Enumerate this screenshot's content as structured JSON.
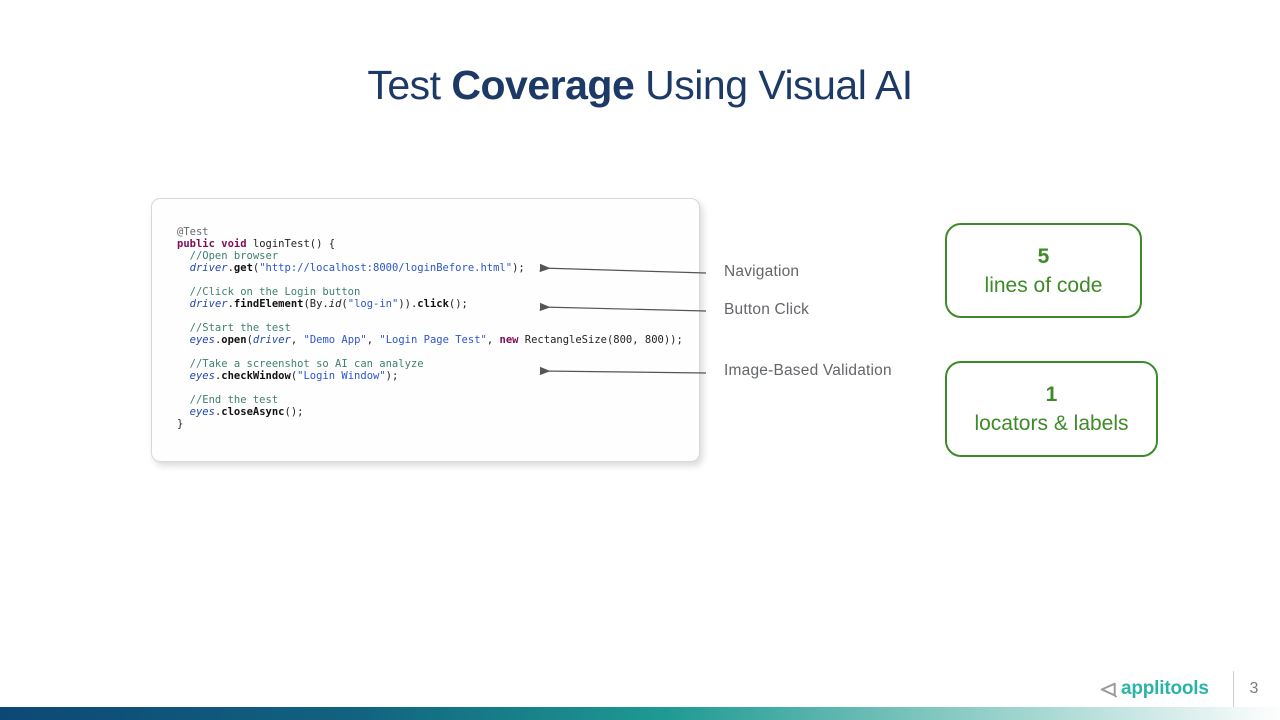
{
  "title": {
    "part1": "Test ",
    "part2": "Coverage",
    "part3": " Using Visual AI"
  },
  "code": {
    "lines": [
      [
        {
          "s": "ann",
          "t": "@Test"
        }
      ],
      [
        {
          "s": "kw",
          "t": "public void"
        },
        {
          "s": "plain",
          "t": " loginTest() {"
        }
      ],
      [
        {
          "s": "com",
          "t": "  //Open browser"
        }
      ],
      [
        {
          "s": "plain",
          "t": "  "
        },
        {
          "s": "var",
          "t": "driver"
        },
        {
          "s": "plain",
          "t": "."
        },
        {
          "s": "meth",
          "t": "get"
        },
        {
          "s": "plain",
          "t": "("
        },
        {
          "s": "str",
          "t": "\"http://localhost:8000/loginBefore.html\""
        },
        {
          "s": "plain",
          "t": ");"
        }
      ],
      [],
      [
        {
          "s": "com",
          "t": "  //Click on the Login button"
        }
      ],
      [
        {
          "s": "plain",
          "t": "  "
        },
        {
          "s": "var",
          "t": "driver"
        },
        {
          "s": "plain",
          "t": "."
        },
        {
          "s": "meth",
          "t": "findElement"
        },
        {
          "s": "plain",
          "t": "(By."
        },
        {
          "s": "ital",
          "t": "id"
        },
        {
          "s": "plain",
          "t": "("
        },
        {
          "s": "str",
          "t": "\"log-in\""
        },
        {
          "s": "plain",
          "t": "))."
        },
        {
          "s": "meth",
          "t": "click"
        },
        {
          "s": "plain",
          "t": "();"
        }
      ],
      [],
      [
        {
          "s": "com",
          "t": "  //Start the test"
        }
      ],
      [
        {
          "s": "plain",
          "t": "  "
        },
        {
          "s": "var",
          "t": "eyes"
        },
        {
          "s": "plain",
          "t": "."
        },
        {
          "s": "meth",
          "t": "open"
        },
        {
          "s": "plain",
          "t": "("
        },
        {
          "s": "var",
          "t": "driver"
        },
        {
          "s": "plain",
          "t": ", "
        },
        {
          "s": "str",
          "t": "\"Demo App\""
        },
        {
          "s": "plain",
          "t": ", "
        },
        {
          "s": "str",
          "t": "\"Login Page Test\""
        },
        {
          "s": "plain",
          "t": ", "
        },
        {
          "s": "kw",
          "t": "new"
        },
        {
          "s": "plain",
          "t": " RectangleSize(800, 800));"
        }
      ],
      [],
      [
        {
          "s": "com",
          "t": "  //Take a screenshot so AI can analyze"
        }
      ],
      [
        {
          "s": "plain",
          "t": "  "
        },
        {
          "s": "var",
          "t": "eyes"
        },
        {
          "s": "plain",
          "t": "."
        },
        {
          "s": "meth",
          "t": "checkWindow"
        },
        {
          "s": "plain",
          "t": "("
        },
        {
          "s": "str",
          "t": "\"Login Window\""
        },
        {
          "s": "plain",
          "t": ");"
        }
      ],
      [],
      [
        {
          "s": "com",
          "t": "  //End the test"
        }
      ],
      [
        {
          "s": "plain",
          "t": "  "
        },
        {
          "s": "var",
          "t": "eyes"
        },
        {
          "s": "plain",
          "t": "."
        },
        {
          "s": "meth",
          "t": "closeAsync"
        },
        {
          "s": "plain",
          "t": "();"
        }
      ],
      [
        {
          "s": "plain",
          "t": "}"
        }
      ]
    ]
  },
  "annotations": {
    "items": [
      {
        "label": "Navigation"
      },
      {
        "label": "Button Click"
      },
      {
        "label": "Image-Based Validation"
      }
    ]
  },
  "badges": {
    "items": [
      {
        "value": "5",
        "label": "lines of code"
      },
      {
        "value": "1",
        "label": "locators & labels"
      }
    ]
  },
  "footer": {
    "logo_text": "applitools",
    "page_number": "3"
  },
  "colors": {
    "title_navy": "#1d3a66",
    "badge_green": "#3e8a28",
    "annotation_gray": "#63666a",
    "logo_teal": "#2bb3a9",
    "arrow_gray": "#555555",
    "bottom_bar_gradient": [
      "#0d4874",
      "#1f9a92",
      "#fdfefe"
    ],
    "syntax": {
      "annotation": "#6a6a6a",
      "keyword": "#7f0c5a",
      "comment": "#3f8070",
      "variable": "#2146b0",
      "string": "#2b55cc",
      "method": "#111111",
      "plain": "#232323"
    }
  }
}
